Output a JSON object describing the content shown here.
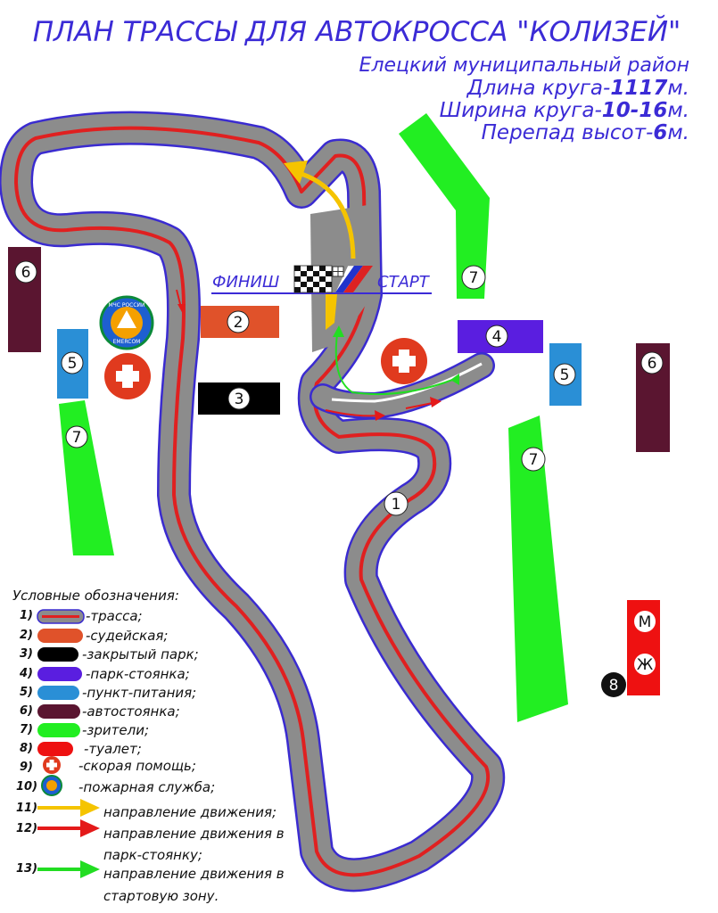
{
  "title": "ПЛАН ТРАССЫ ДЛЯ АВТОКРОССА \"КОЛИЗЕЙ\"",
  "subtitle": {
    "line1": "Елецкий муниципальный район",
    "length_prefix": "Длина круга-",
    "length_value": "1117",
    "length_unit": "м.",
    "width_prefix": "Ширина круга-",
    "width_value": "10-16",
    "width_unit": "м.",
    "drop_prefix": "Перепад высот-",
    "drop_value": "6",
    "drop_unit": "м."
  },
  "labels": {
    "finish": "ФИНИШ",
    "start": "СТАРТ",
    "wc_m": "М",
    "wc_w": "Ж",
    "emblem_top": "МЧС РОССИИ",
    "emblem_bottom": "EMERCOM"
  },
  "zones": {
    "track": "1",
    "judges": "2",
    "closed_park": "3",
    "parking_lot": "4",
    "food_left": "5",
    "food_right": "5",
    "carpark_left": "6",
    "carpark_right": "6",
    "spectators_top": "7",
    "spectators_left": "7",
    "spectators_right": "7",
    "toilet": "8"
  },
  "colors": {
    "track": "#8c8c8c",
    "track_edge": "#3a2bd0",
    "track_line": "#e02020",
    "judges": "#e0522a",
    "closed_park": "#000000",
    "parking_lot": "#5a1ee0",
    "food": "#2a8fd6",
    "carpark": "#5a1530",
    "spectators": "#22ee22",
    "toilet": "#ee1111",
    "ambulance": "#e03a1e",
    "arrow_yellow": "#f5c400",
    "arrow_red": "#e41a1a",
    "arrow_green": "#22dd22",
    "title": "#3b2bd6"
  },
  "legend": {
    "heading": "Условные обозначения:",
    "items": [
      {
        "num": "1)",
        "text": "-трасса;",
        "icon": "track-swatch"
      },
      {
        "num": "2)",
        "text": "-судейская;",
        "icon": "judges-swatch"
      },
      {
        "num": "3)",
        "text": "-закрытый парк;",
        "icon": "closed-park-swatch"
      },
      {
        "num": "4)",
        "text": "-парк-стоянка;",
        "icon": "parking-lot-swatch"
      },
      {
        "num": "5)",
        "text": "-пункт-питания;",
        "icon": "food-swatch"
      },
      {
        "num": "6)",
        "text": "-автостоянка;",
        "icon": "carpark-swatch"
      },
      {
        "num": "7)",
        "text": "-зрители;",
        "icon": "spectators-swatch"
      },
      {
        "num": "8)",
        "text": "-туалет;",
        "icon": "toilet-swatch"
      },
      {
        "num": "9)",
        "text": "-скорая помощь;",
        "icon": "ambulance-icon"
      },
      {
        "num": "10)",
        "text": "-пожарная служба;",
        "icon": "emercom-emblem-icon"
      },
      {
        "num": "11)",
        "text": "направление движения;",
        "icon": "yellow-arrow-icon"
      },
      {
        "num": "12)",
        "text": "направление движения в",
        "text2": "парк-стоянку;",
        "icon": "red-arrow-icon"
      },
      {
        "num": "13)",
        "text": "направление движения в",
        "text2": "стартовую зону.",
        "icon": "green-arrow-icon"
      }
    ]
  }
}
